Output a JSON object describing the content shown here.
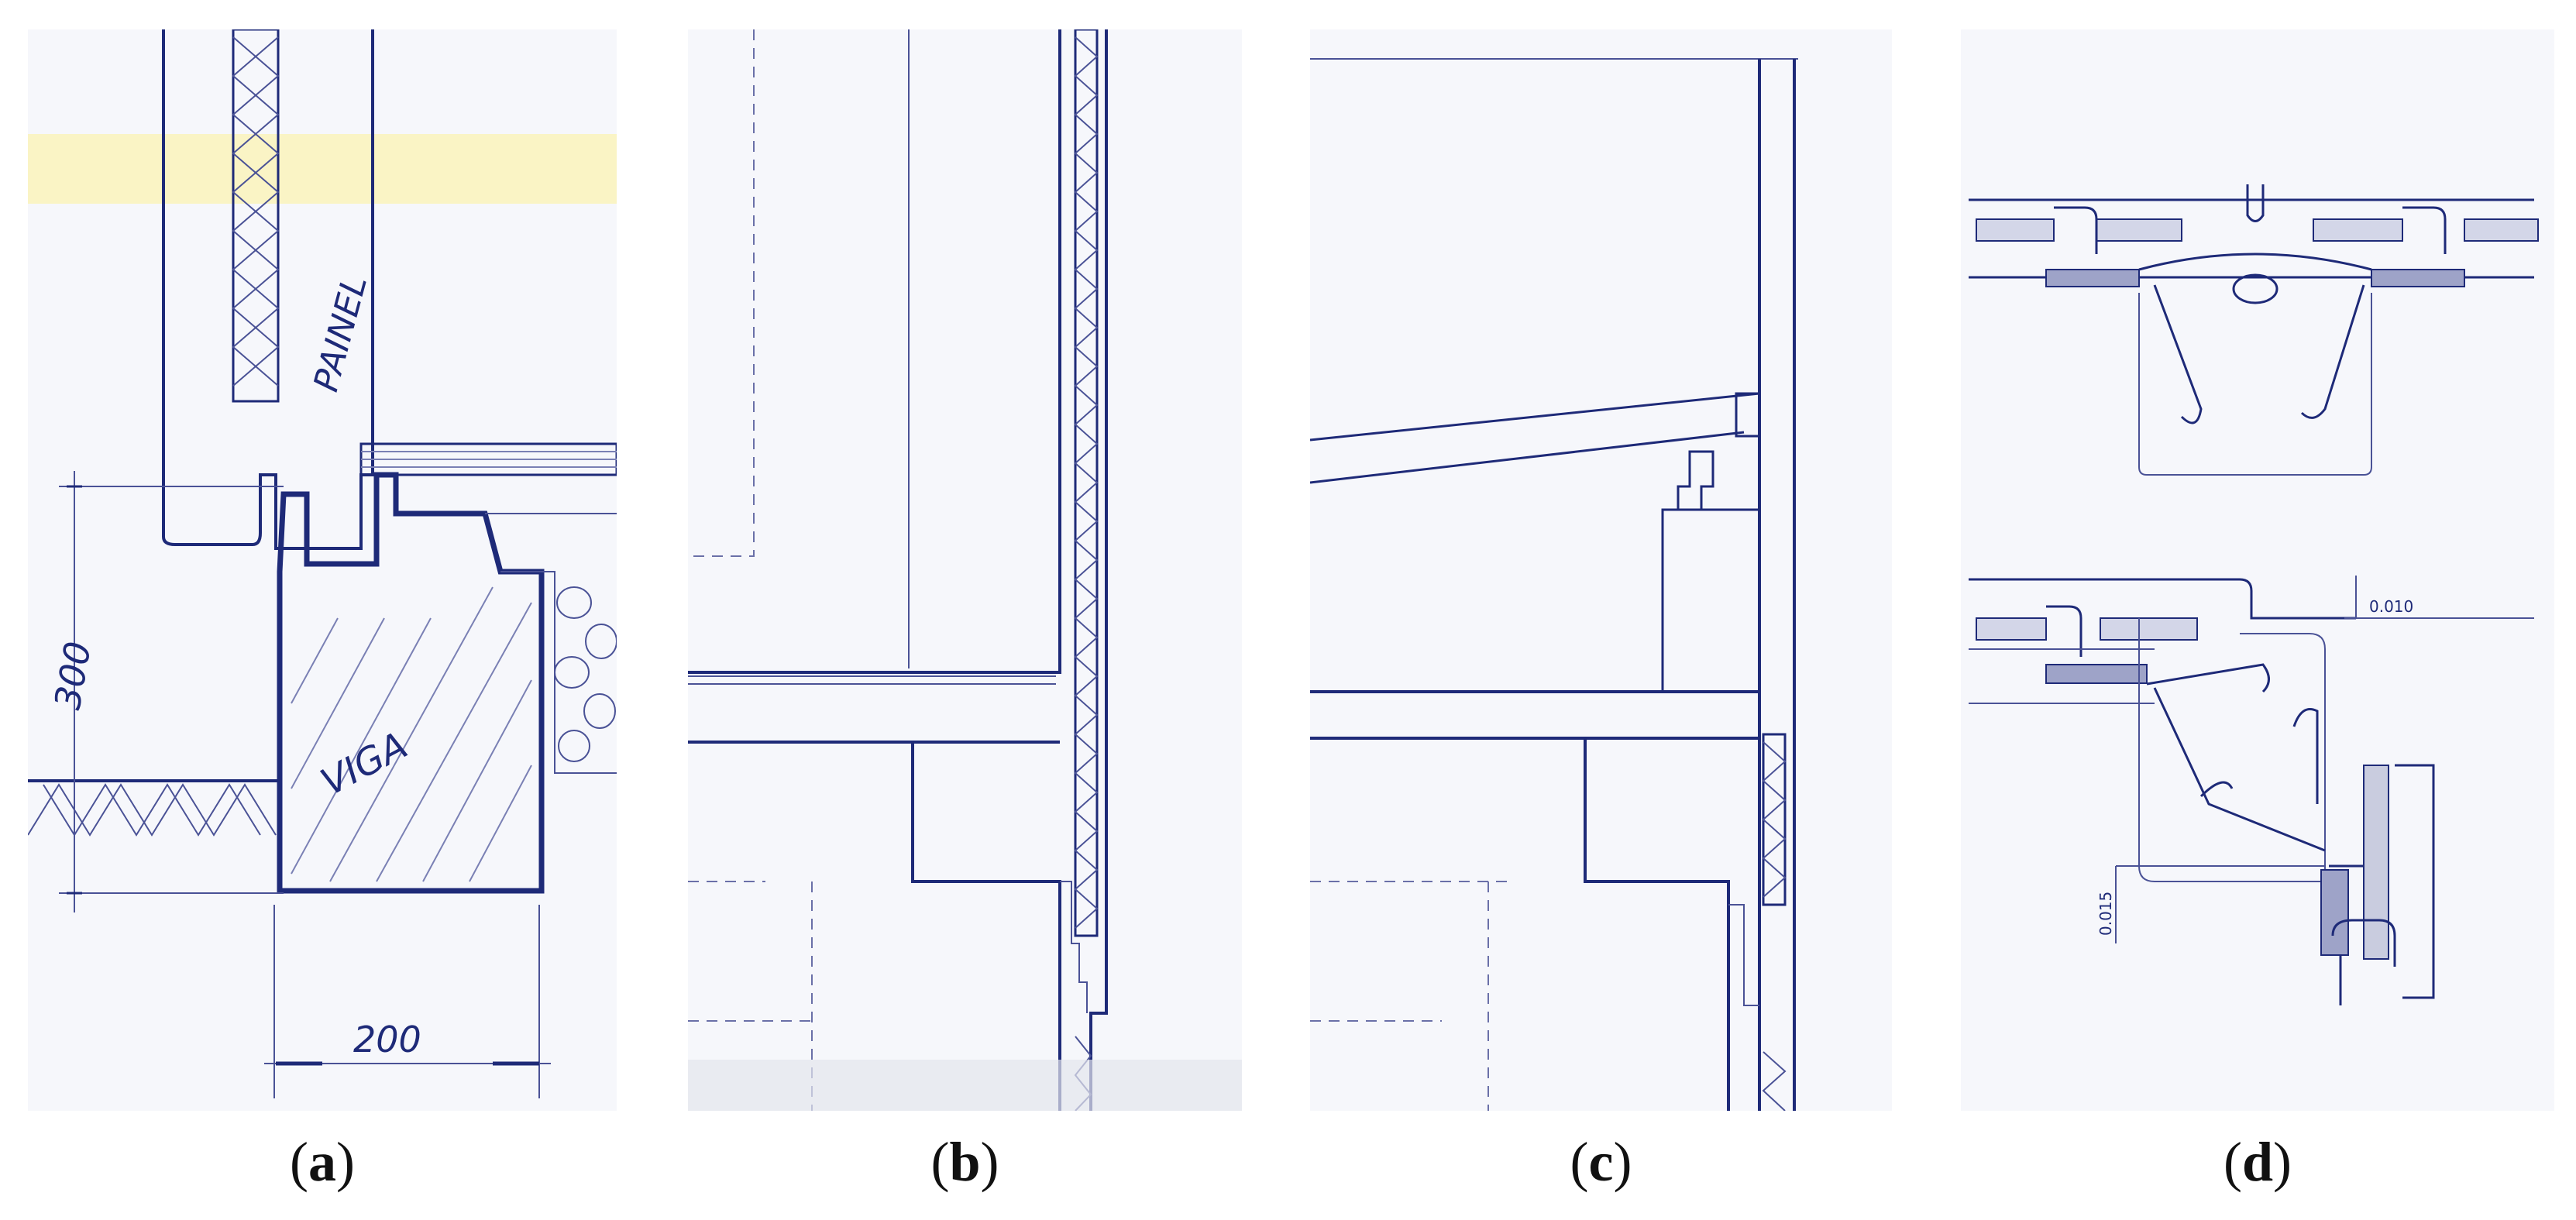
{
  "captions": [
    {
      "open": "(",
      "letter": "a",
      "close": ")"
    },
    {
      "open": "(",
      "letter": "b",
      "close": ")"
    },
    {
      "open": "(",
      "letter": "c",
      "close": ")"
    },
    {
      "open": "(",
      "letter": "d",
      "close": ")"
    }
  ],
  "panel_a": {
    "label_panel": "PAINEL",
    "label_beam": "VIGA",
    "dim_height": "300",
    "dim_width": "200"
  },
  "panel_d": {
    "dim_top": "0.010",
    "dim_side": "0.015"
  }
}
